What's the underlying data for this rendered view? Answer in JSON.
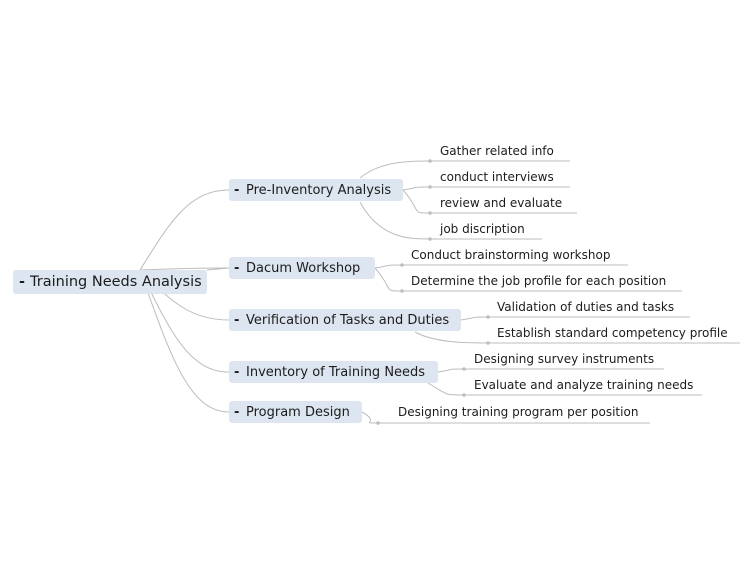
{
  "root": {
    "label": "Training Needs Analysis",
    "collapse": "-"
  },
  "branches": [
    {
      "label": "Pre-Inventory Analysis",
      "collapse": "-",
      "children": [
        "Gather related info",
        "conduct interviews",
        "review and evaluate",
        "job discription"
      ]
    },
    {
      "label": "Dacum Workshop",
      "collapse": "-",
      "children": [
        "Conduct brainstorming workshop",
        "Determine the job profile for each position"
      ]
    },
    {
      "label": "Verification of Tasks and Duties",
      "collapse": "-",
      "children": [
        "Validation of duties and tasks",
        "Establish standard competency profile"
      ]
    },
    {
      "label": "Inventory of Training Needs",
      "collapse": "-",
      "children": [
        "Designing survey instruments",
        "Evaluate and analyze training needs"
      ]
    },
    {
      "label": "Program Design",
      "collapse": "-",
      "children": [
        "Designing training program per position"
      ]
    }
  ],
  "colors": {
    "node_fill": "#dde5f0",
    "connector": "#bdbdbd",
    "text": "#1c1c1c"
  }
}
